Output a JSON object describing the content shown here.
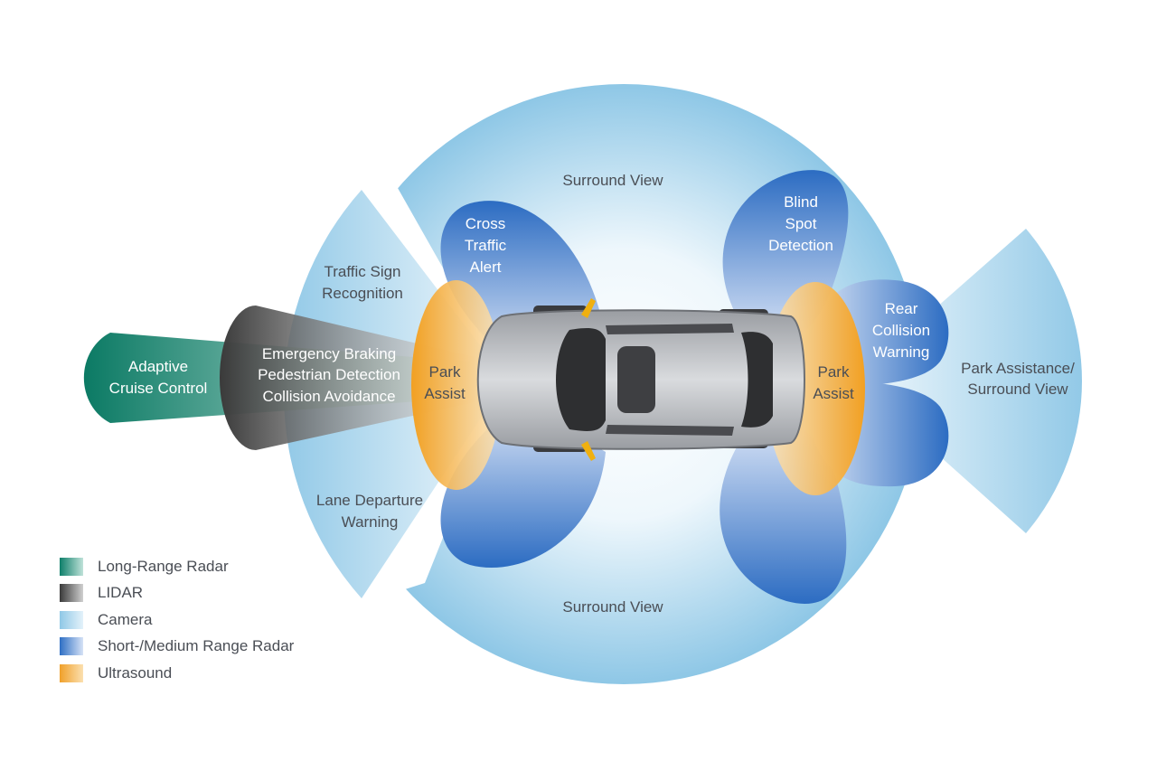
{
  "colors": {
    "long_range_radar": "#0e7f6a",
    "lidar": "#3a3a3a",
    "camera": "#8fc8e6",
    "short_medium_radar": "#2e6fc4",
    "ultrasound": "#f0a02a"
  },
  "labels": {
    "surround_view_top": "Surround View",
    "surround_view_bottom": "Surround View",
    "cross_traffic_alert": [
      "Cross",
      "Traffic",
      "Alert"
    ],
    "blind_spot_detection": [
      "Blind",
      "Spot",
      "Detection"
    ],
    "traffic_sign_recognition": [
      "Traffic Sign",
      "Recognition"
    ],
    "adaptive_cruise_control": [
      "Adaptive",
      "Cruise Control"
    ],
    "emergency_braking": [
      "Emergency Braking",
      "Pedestrian Detection",
      "Collision Avoidance"
    ],
    "park_assist_front": [
      "Park",
      "Assist"
    ],
    "park_assist_rear": [
      "Park",
      "Assist"
    ],
    "rear_collision_warning": [
      "Rear",
      "Collision",
      "Warning"
    ],
    "park_assistance_surround": [
      "Park Assistance/",
      "Surround View"
    ],
    "lane_departure_warning": [
      "Lane Departure",
      "Warning"
    ]
  },
  "legend": [
    {
      "label": "Long-Range Radar",
      "color_key": "long_range_radar"
    },
    {
      "label": "LIDAR",
      "color_key": "lidar"
    },
    {
      "label": "Camera",
      "color_key": "camera"
    },
    {
      "label": "Short-/Medium Range Radar",
      "color_key": "short_medium_radar"
    },
    {
      "label": "Ultrasound",
      "color_key": "ultrasound"
    }
  ]
}
